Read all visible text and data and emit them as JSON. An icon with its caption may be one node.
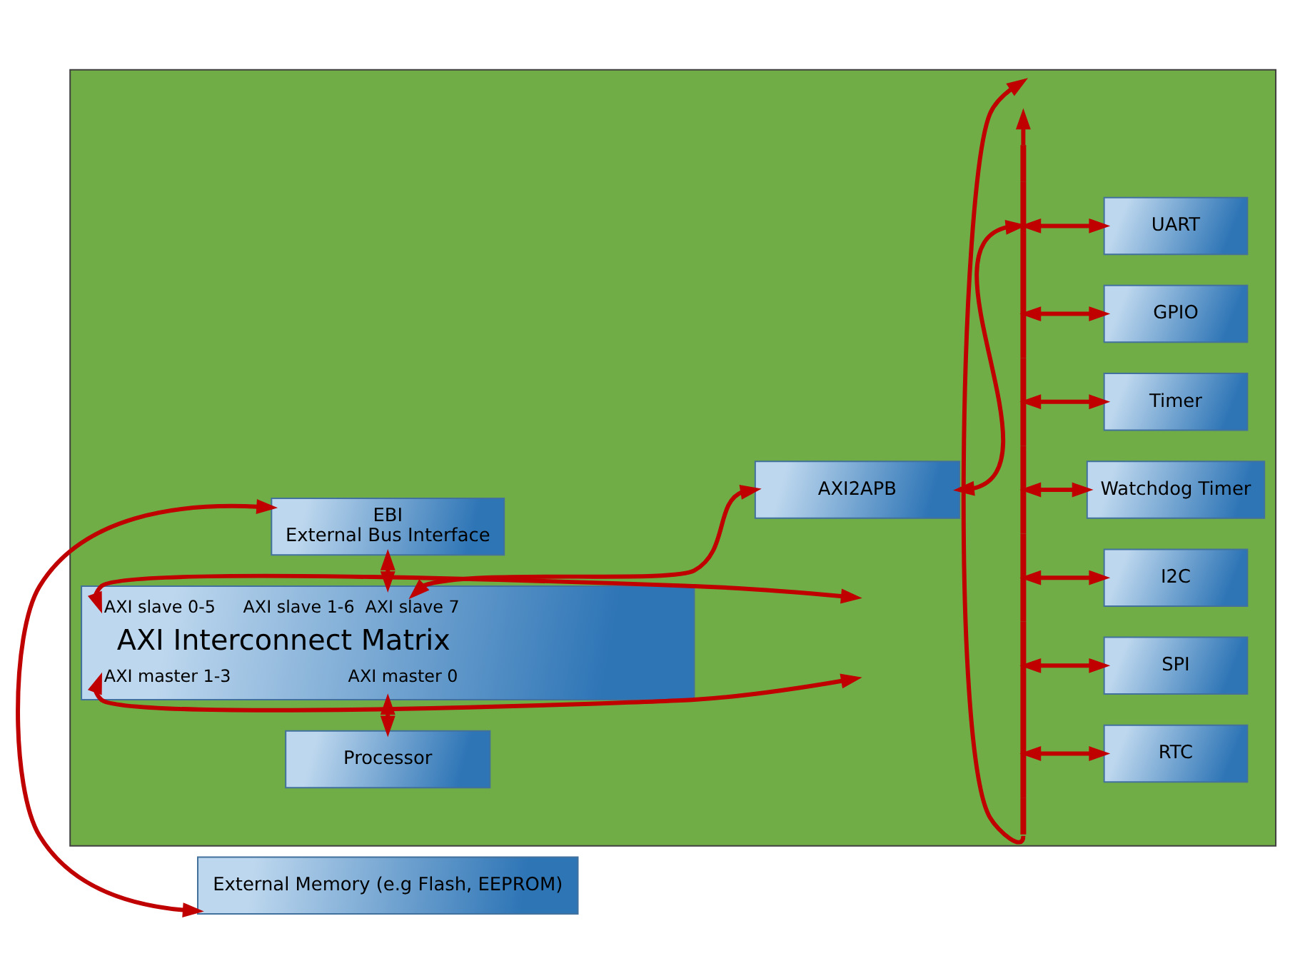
{
  "diagram": {
    "nodes": [
      {
        "text": [
          "External Memory (e.g Flash, EEPROM)"
        ]
      },
      {
        "text": [],
        "shape": "box"
      },
      {
        "text": [
          "EBI",
          "External Bus Interface"
        ],
        "in": 1
      },
      {
        "text": [
          "AXI2APB"
        ],
        "in": 1
      },
      {
        "text": [
          "AXI slave 0-5",
          "AXI slave 1-6",
          "AXI slave 7",
          "AXI Interconnect Matrix",
          "AXI master 1-3",
          "AXI master 0"
        ],
        "in": 1
      },
      {
        "text": [
          "Processor"
        ],
        "in": 1
      },
      {
        "text": [],
        "shape": "bar",
        "in": 1
      },
      {
        "text": [
          "UART"
        ],
        "in": 1
      },
      {
        "text": [
          "GPIO"
        ],
        "in": 1
      },
      {
        "text": [
          "Timer"
        ],
        "in": 1
      },
      {
        "text": [
          "Watchdog Timer"
        ],
        "in": 1
      },
      {
        "text": [
          "I2C"
        ],
        "in": 1
      },
      {
        "text": [
          "SPI"
        ],
        "in": 1
      },
      {
        "text": [
          "RTC"
        ],
        "in": 1
      }
    ],
    "edges": [
      {
        "from": 0,
        "to": 2,
        "arrow": "both"
      },
      {
        "from": null,
        "to": 4,
        "arrow": "both"
      },
      {
        "from": 2,
        "to": 4,
        "arrow": "both"
      },
      {
        "from": 3,
        "to": 4,
        "arrow": "both"
      },
      {
        "from": 4,
        "to": null,
        "arrow": "both"
      },
      {
        "from": 4,
        "to": 5,
        "arrow": "both"
      },
      {
        "from": 3,
        "to": 6,
        "arrow": "both"
      },
      {
        "from": 6,
        "to": null,
        "arrow": "to"
      },
      {
        "from": 6,
        "to": null,
        "arrow": "to"
      },
      {
        "from": 6,
        "to": 7,
        "arrow": "both"
      },
      {
        "from": 6,
        "to": 8,
        "arrow": "both"
      },
      {
        "from": 6,
        "to": 9,
        "arrow": "both"
      },
      {
        "from": 6,
        "to": 10,
        "arrow": "both"
      },
      {
        "from": 6,
        "to": 11,
        "arrow": "both"
      },
      {
        "from": 6,
        "to": 12,
        "arrow": "both"
      },
      {
        "from": 6,
        "to": 13,
        "arrow": "both"
      }
    ]
  }
}
